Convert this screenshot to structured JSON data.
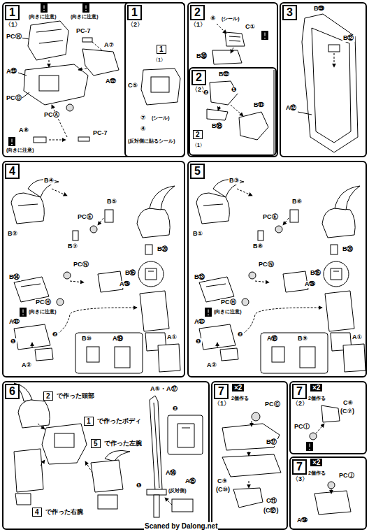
{
  "diagram": {
    "nodes": [
      {
        "text": [
          "1",
          "〈1〉"
        ]
      },
      {
        "text": [
          "1",
          "〈2〉"
        ],
        "in": 0
      },
      {
        "text": [
          "2",
          "〈1〉"
        ]
      },
      {
        "text": [
          "2",
          "〈2〉"
        ],
        "in": 2
      },
      {
        "text": [
          "3"
        ]
      },
      {
        "text": [
          "4"
        ]
      },
      {
        "text": [
          "5"
        ]
      },
      {
        "text": [
          "6"
        ]
      },
      {
        "text": [
          "7",
          "〈1〉"
        ]
      },
      {
        "text": [
          "7",
          "〈2〉"
        ]
      },
      {
        "text": [
          "7",
          "〈3〉"
        ]
      }
    ],
    "labels": [
      "(向きに注意)",
      "(向きに注意)",
      "PCⓀ",
      "PC-7",
      "A⑦",
      "A㉓",
      "PCⒹ",
      "A㉒",
      "PCⒶ",
      "A⑧",
      "(向きに注意)",
      "PC-7",
      "1",
      "〈1〉",
      "C⑤",
      "⑦",
      "(シール)",
      "④",
      "(反対側に貼るシール)",
      "⑥",
      "(シール)",
      "C①",
      "B㉚",
      "B㉒",
      "❷",
      "❶",
      "B⑱",
      "B㉛",
      "2",
      "〈1〉",
      "B㉙",
      "B⑫",
      "A⑫",
      "B④",
      "B⑤",
      "PCⒺ",
      "B②",
      "B⑦",
      "B⑯",
      "PCⓃ",
      "B⑭",
      "PCⒽ",
      "(向きに注意)",
      "B⑳",
      "A㉕",
      "A㉛",
      "❶",
      "❷",
      "A②",
      "B⑩",
      "A⑲",
      "A①",
      "B③",
      "B⑥",
      "PCⒺ",
      "B⑧",
      "B①",
      "B⑮",
      "PCⓃ",
      "B⑬",
      "PCⒽ",
      "(向きに注意)",
      "B⑳",
      "A㉕",
      "A㉛",
      "❷",
      "❶",
      "A②",
      "A⑱",
      "B⑨",
      "A①",
      "2",
      "で作った頭部",
      "1",
      "で作ったボディ",
      "5",
      "で作った左腕",
      "4",
      "で作った右腕",
      "A⑤・A⑰",
      "❷",
      "❶",
      "A⑭",
      "A⑮",
      "(反対側)",
      "×2",
      "2個作る",
      "PCⒸ",
      "B⑰",
      "C⑨",
      "(C⑩)",
      "C⑪",
      "(C⑫)",
      "×2",
      "2個作る",
      "C⑥",
      "(C⑦)",
      "PCⒾ",
      "×2",
      "2個作る",
      "PCⒿ",
      "A㉔",
      "Scaned by Dalong.net"
    ]
  }
}
